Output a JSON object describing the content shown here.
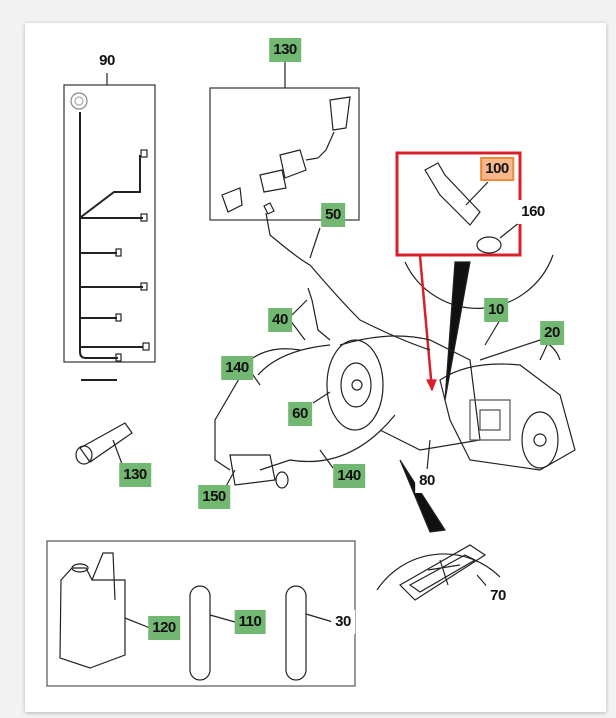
{
  "diagram": {
    "colors": {
      "available_part": "#72b872",
      "selected_part": "#f6b88c",
      "selected_border": "#ef8a3c",
      "detail_highlight": "#d9202a"
    },
    "callouts": [
      {
        "id": "90",
        "state": "unavailable"
      },
      {
        "id": "130",
        "state": "available"
      },
      {
        "id": "100",
        "state": "selected"
      },
      {
        "id": "160",
        "state": "unavailable"
      },
      {
        "id": "50",
        "state": "available"
      },
      {
        "id": "10",
        "state": "available"
      },
      {
        "id": "20",
        "state": "available"
      },
      {
        "id": "40",
        "state": "available"
      },
      {
        "id": "140",
        "state": "available"
      },
      {
        "id": "60",
        "state": "available"
      },
      {
        "id": "130",
        "state": "available"
      },
      {
        "id": "140",
        "state": "available"
      },
      {
        "id": "150",
        "state": "available"
      },
      {
        "id": "80",
        "state": "unavailable"
      },
      {
        "id": "70",
        "state": "unavailable"
      },
      {
        "id": "120",
        "state": "available"
      },
      {
        "id": "110",
        "state": "available"
      },
      {
        "id": "30",
        "state": "unavailable"
      }
    ]
  }
}
